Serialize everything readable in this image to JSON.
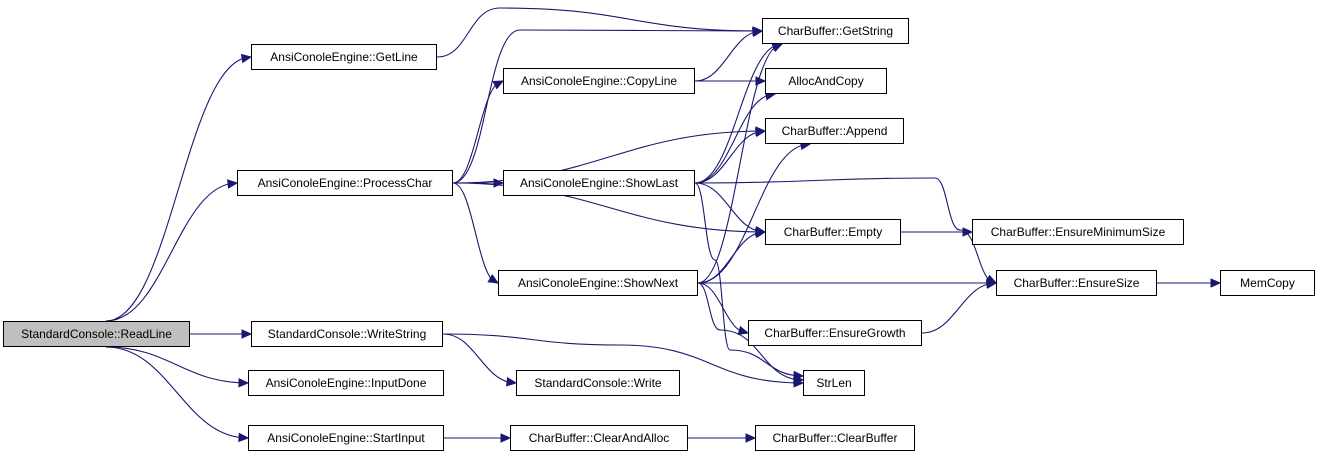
{
  "graph": {
    "root": "n_readline",
    "nodes": [
      {
        "id": "n_readline",
        "label": "StandardConsole::ReadLine",
        "root": true
      },
      {
        "id": "n_getline",
        "label": "AnsiConoleEngine::GetLine"
      },
      {
        "id": "n_processchar",
        "label": "AnsiConoleEngine::ProcessChar"
      },
      {
        "id": "n_writestring",
        "label": "StandardConsole::WriteString"
      },
      {
        "id": "n_inputdone",
        "label": "AnsiConoleEngine::InputDone"
      },
      {
        "id": "n_startinput",
        "label": "AnsiConoleEngine::StartInput"
      },
      {
        "id": "n_copyline",
        "label": "AnsiConoleEngine::CopyLine"
      },
      {
        "id": "n_showlast",
        "label": "AnsiConoleEngine::ShowLast"
      },
      {
        "id": "n_shownext",
        "label": "AnsiConoleEngine::ShowNext"
      },
      {
        "id": "n_write",
        "label": "StandardConsole::Write"
      },
      {
        "id": "n_clearandalloc",
        "label": "CharBuffer::ClearAndAlloc"
      },
      {
        "id": "n_getstring",
        "label": "CharBuffer::GetString"
      },
      {
        "id": "n_allocandcopy",
        "label": "AllocAndCopy"
      },
      {
        "id": "n_append",
        "label": "CharBuffer::Append"
      },
      {
        "id": "n_empty",
        "label": "CharBuffer::Empty"
      },
      {
        "id": "n_ensuregrowth",
        "label": "CharBuffer::EnsureGrowth"
      },
      {
        "id": "n_strlen",
        "label": "StrLen"
      },
      {
        "id": "n_clearbuffer",
        "label": "CharBuffer::ClearBuffer"
      },
      {
        "id": "n_ensureminsize",
        "label": "CharBuffer::EnsureMinimumSize"
      },
      {
        "id": "n_ensuresize",
        "label": "CharBuffer::EnsureSize"
      },
      {
        "id": "n_memcopy",
        "label": "MemCopy"
      }
    ],
    "edges": [
      [
        "n_readline",
        "n_getline"
      ],
      [
        "n_readline",
        "n_processchar"
      ],
      [
        "n_readline",
        "n_writestring"
      ],
      [
        "n_readline",
        "n_inputdone"
      ],
      [
        "n_readline",
        "n_startinput"
      ],
      [
        "n_getline",
        "n_getstring"
      ],
      [
        "n_processchar",
        "n_getstring"
      ],
      [
        "n_processchar",
        "n_copyline"
      ],
      [
        "n_processchar",
        "n_append"
      ],
      [
        "n_processchar",
        "n_showlast"
      ],
      [
        "n_processchar",
        "n_empty"
      ],
      [
        "n_processchar",
        "n_shownext"
      ],
      [
        "n_copyline",
        "n_getstring"
      ],
      [
        "n_copyline",
        "n_allocandcopy"
      ],
      [
        "n_showlast",
        "n_getstring"
      ],
      [
        "n_showlast",
        "n_allocandcopy"
      ],
      [
        "n_showlast",
        "n_append"
      ],
      [
        "n_showlast",
        "n_empty"
      ],
      [
        "n_showlast",
        "n_ensuresize"
      ],
      [
        "n_showlast",
        "n_strlen"
      ],
      [
        "n_shownext",
        "n_getstring"
      ],
      [
        "n_shownext",
        "n_append"
      ],
      [
        "n_shownext",
        "n_empty"
      ],
      [
        "n_shownext",
        "n_ensuresize"
      ],
      [
        "n_shownext",
        "n_ensuregrowth"
      ],
      [
        "n_shownext",
        "n_strlen"
      ],
      [
        "n_writestring",
        "n_write"
      ],
      [
        "n_writestring",
        "n_strlen"
      ],
      [
        "n_startinput",
        "n_clearandalloc"
      ],
      [
        "n_clearandalloc",
        "n_clearbuffer"
      ],
      [
        "n_empty",
        "n_ensureminsize"
      ],
      [
        "n_ensuregrowth",
        "n_ensuresize"
      ],
      [
        "n_ensuresize",
        "n_memcopy"
      ]
    ]
  },
  "colors": {
    "edge": "#191970",
    "node_border": "#000000",
    "root_fill": "#bfbfbf",
    "node_fill": "#ffffff"
  }
}
